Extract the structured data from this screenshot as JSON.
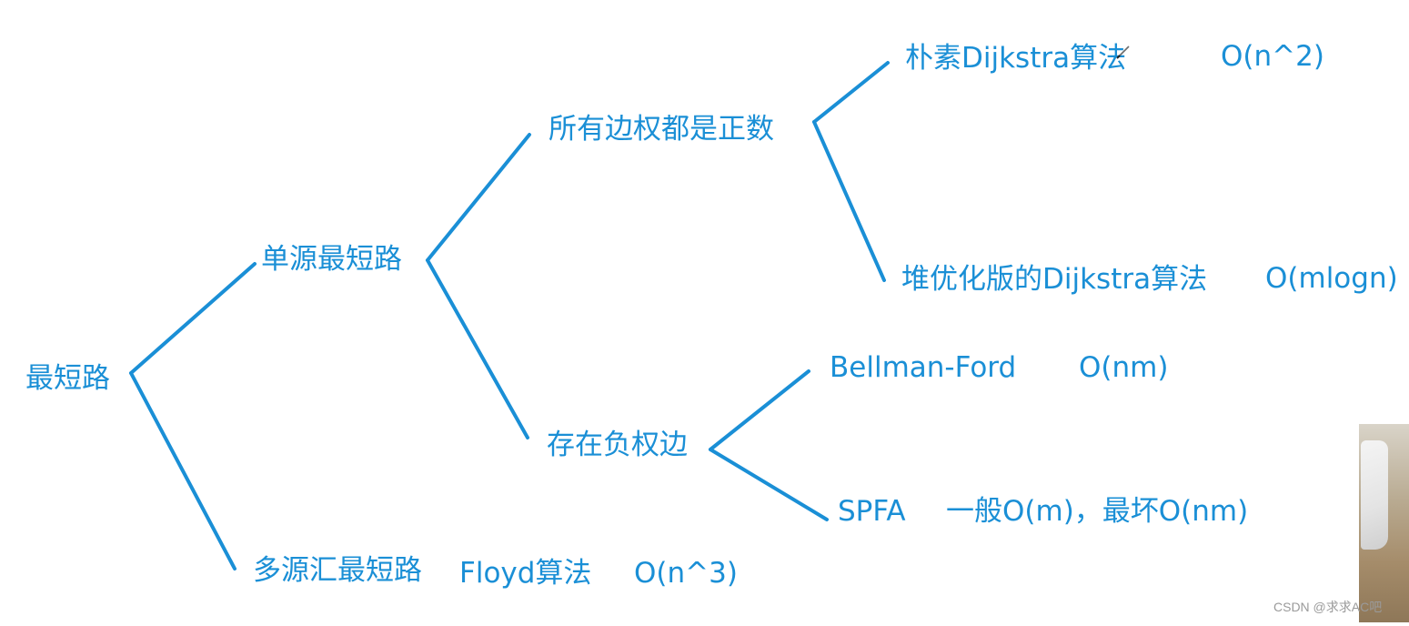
{
  "colors": {
    "accent": "#1a8fd6"
  },
  "nodes": {
    "root": "最短路",
    "single": "单源最短路",
    "multi": "多源汇最短路",
    "positive": "所有边权都是正数",
    "negative": "存在负权边",
    "naive": "朴素Dijkstra算法",
    "heap": "堆优化版的Dijkstra算法",
    "bellman": "Bellman-Ford",
    "spfa": "SPFA",
    "floyd": "Floyd算法"
  },
  "complexity": {
    "naive": "O(n^2)",
    "heap": "O(mlogn)",
    "bellman": "O(nm)",
    "spfa": "一般O(m)，最坏O(nm)",
    "floyd": "O(n^3)"
  },
  "watermark": "CSDN @求求AC吧"
}
